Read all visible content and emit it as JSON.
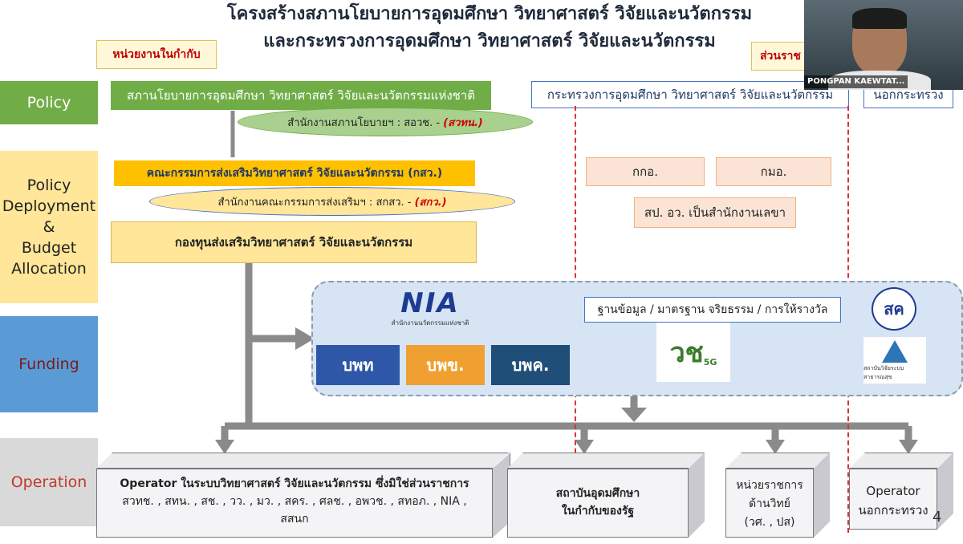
{
  "title": {
    "line1": "โครงสร้างสภานโยบายการอุดมศึกษา วิทยาศาสตร์ วิจัยและนวัตกรรม",
    "line2": "และกระทรวงการอุดมศึกษา วิทยาศาสตร์ วิจัยและนวัตกรรม"
  },
  "tags": {
    "left": "หน่วยงานในกำกับ",
    "right": "ส่วนราช"
  },
  "rows": {
    "policy": "Policy",
    "deployment": [
      "Policy",
      "Deployment",
      "&",
      "Budget",
      "Allocation"
    ],
    "funding": "Funding",
    "operation": "Operation"
  },
  "policy": {
    "council": "สภานโยบายการอุดมศึกษา วิทยาศาสตร์ วิจัยและนวัตกรรมแห่งชาติ",
    "office": "สำนักงานสภานโยบายฯ : สอวช. - ",
    "office_abbr": "(สวทน.)",
    "ministry": "กระทรวงการอุดมศึกษา วิทยาศาสตร์ วิจัยและนวัตกรรม",
    "outside": "นอกกระทรวง"
  },
  "deployment": {
    "committee": "คณะกรรมการส่งเสริมวิทยาศาสตร์ วิจัยและนวัตกรรม (กสว.)",
    "office": "สำนักงานคณะกรรมการส่งเสริมฯ : สกสว. - ",
    "office_abbr": "(สกว.)",
    "fund": "กองทุนส่งเสริมวิทยาศาสตร์ วิจัยและนวัตกรรม",
    "kko": "กกอ.",
    "kmo": "กมอ.",
    "secretariat": "สป. อว. เป็นสำนักงานเลขา"
  },
  "funding": {
    "nia_logo": "NIA",
    "nia_caption": "สำนักงานนวัตกรรมแห่งชาติ",
    "bpk": "บพท",
    "bpkh": "บพข.",
    "bpk2": "บพค.",
    "database": "ฐานข้อมูล / มาตรฐาน จริยธรรม / การให้รางวัล",
    "vc_logo": "วช",
    "vc_sub": "5G",
    "sor_logo": "สค",
    "hsri_caption": "สถาบันวิจัยระบบสาธารณสุข"
  },
  "operation": {
    "op1_title": "Operator ในระบบวิทยาศาสตร์ วิจัยและนวัตกรรม ซึ่งมิใช่ส่วนราชการ",
    "op1_line2": "สวทช. , สทน. , สช. , วว. , มว. , สคร. , ศลช. , อพวช. , สทอภ. , NIA ,",
    "op1_line3": "สสนก",
    "op2_line1": "สถาบันอุดมศึกษา",
    "op2_line2": "ในกำกับของรัฐ",
    "op3_line1": "หน่วยราชการ",
    "op3_line2": "ด้านวิทย์",
    "op3_line3": "(วศ. , ปส)",
    "op4_line1": "Operator",
    "op4_line2": "นอกกระทรวง"
  },
  "page_number": "4",
  "video": {
    "name": "PONGPAN KAEWTAT..."
  }
}
